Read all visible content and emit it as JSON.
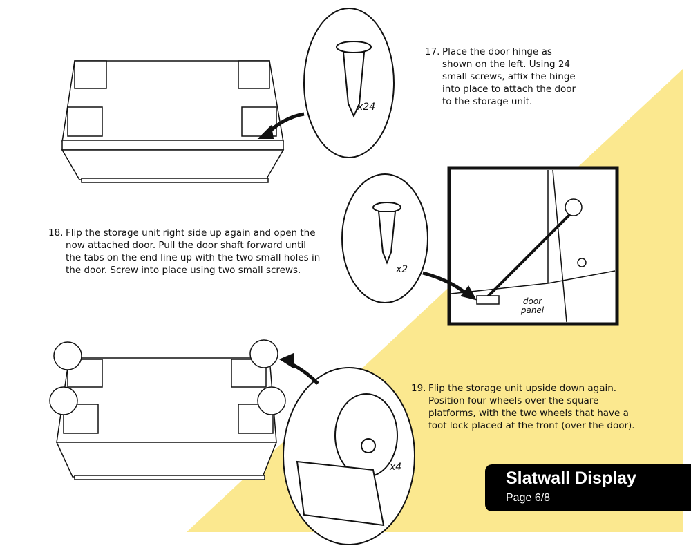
{
  "colors": {
    "accent_yellow": "#fbe88f",
    "badge": "#000000"
  },
  "steps": [
    {
      "number": "17.",
      "text": "Place the door hinge as shown on the left. Using 24 small screws, affix the hinge into place to attach the door to the storage unit."
    },
    {
      "number": "18.",
      "text": "Flip the storage unit right side up again and open the now attached door. Pull the door shaft forward until the tabs on the end line up with the two small holes in the door. Screw into place using two small screws."
    },
    {
      "number": "19.",
      "text": "Flip the storage unit upside down again. Position four wheels over the square platforms, with the two wheels that have a foot lock placed at the front (over the door)."
    }
  ],
  "callouts": {
    "screws_17": "x24",
    "screws_18": "x2",
    "wheels_19": "x4",
    "door_panel": "door panel"
  },
  "footer": {
    "title": "Slatwall Display",
    "page": "Page 6/8"
  }
}
